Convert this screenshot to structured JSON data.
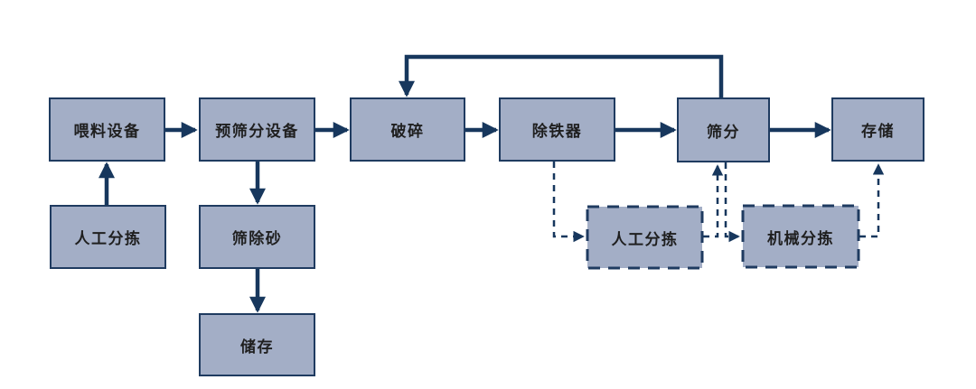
{
  "diagram": {
    "type": "flowchart",
    "colors": {
      "background": "#ffffff",
      "node_fill": "#a3aec6",
      "node_border": "#1f3b60",
      "connector": "#17375d",
      "text": "#1f1f1f"
    },
    "nodes": [
      {
        "id": "feeding",
        "label": "喂料设备",
        "style": "solid"
      },
      {
        "id": "prescreening",
        "label": "预筛分设备",
        "style": "solid"
      },
      {
        "id": "crushing",
        "label": "破碎",
        "style": "solid"
      },
      {
        "id": "iron-remover",
        "label": "除铁器",
        "style": "solid"
      },
      {
        "id": "screening",
        "label": "筛分",
        "style": "solid"
      },
      {
        "id": "storage",
        "label": "存储",
        "style": "solid"
      },
      {
        "id": "manual-sorting-left",
        "label": "人工分拣",
        "style": "solid"
      },
      {
        "id": "sand-screening",
        "label": "筛除砂",
        "style": "solid"
      },
      {
        "id": "store",
        "label": "储存",
        "style": "solid"
      },
      {
        "id": "manual-sorting-right",
        "label": "人工分拣",
        "style": "dashed"
      },
      {
        "id": "mechanical-sorting",
        "label": "机械分拣",
        "style": "dashed"
      }
    ],
    "edges": [
      {
        "from": "feeding",
        "to": "prescreening",
        "style": "solid"
      },
      {
        "from": "prescreening",
        "to": "crushing",
        "style": "solid"
      },
      {
        "from": "crushing",
        "to": "iron-remover",
        "style": "solid"
      },
      {
        "from": "iron-remover",
        "to": "screening",
        "style": "solid"
      },
      {
        "from": "screening",
        "to": "storage",
        "style": "solid"
      },
      {
        "from": "manual-sorting-left",
        "to": "feeding",
        "style": "solid"
      },
      {
        "from": "prescreening",
        "to": "sand-screening",
        "style": "solid"
      },
      {
        "from": "sand-screening",
        "to": "store",
        "style": "solid"
      },
      {
        "from": "screening",
        "to": "crushing",
        "style": "solid",
        "note": "feedback loop over top"
      },
      {
        "from": "iron-remover",
        "to": "manual-sorting-right",
        "style": "dashed"
      },
      {
        "from": "manual-sorting-right",
        "to": "screening",
        "style": "dashed"
      },
      {
        "from": "screening",
        "to": "mechanical-sorting",
        "style": "dashed"
      },
      {
        "from": "mechanical-sorting",
        "to": "storage",
        "style": "dashed"
      }
    ]
  }
}
